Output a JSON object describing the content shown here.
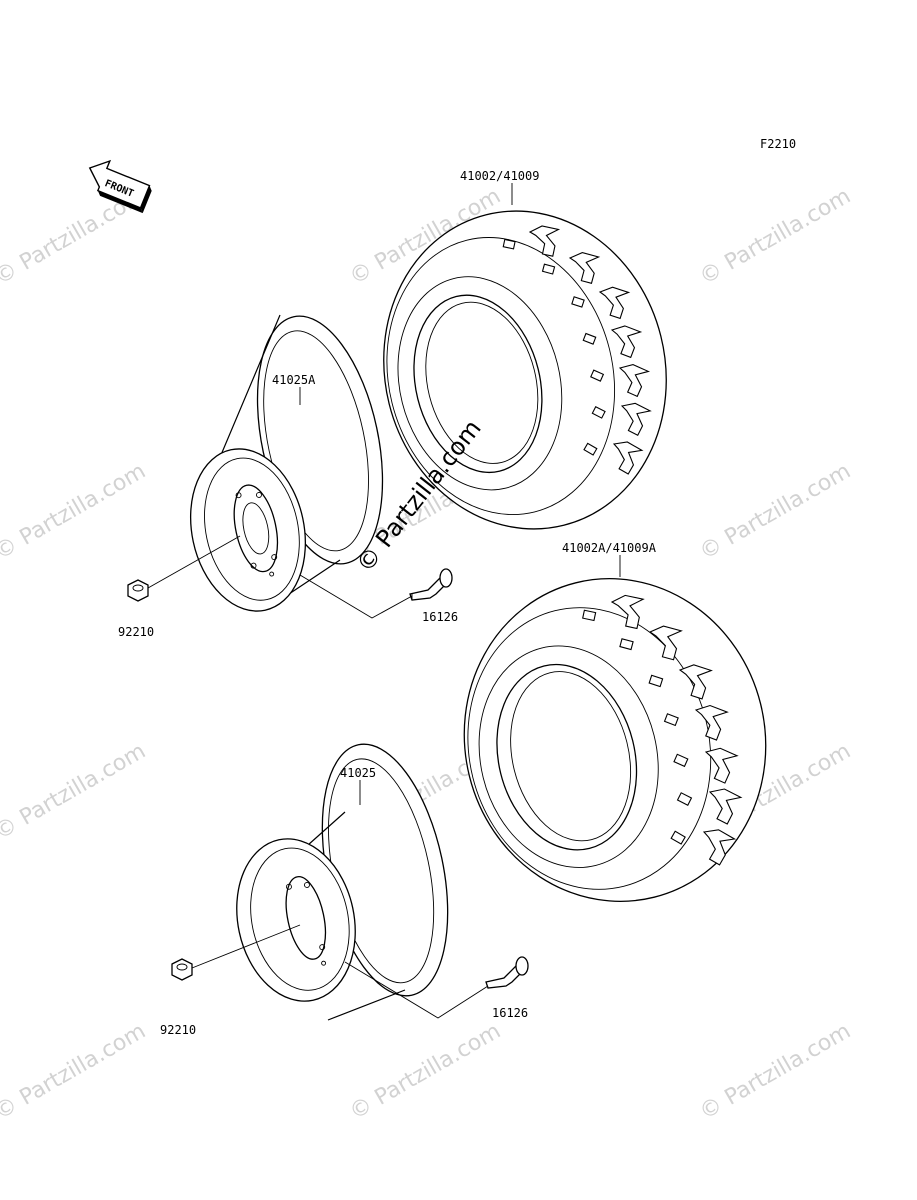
{
  "diagram_code": "F2210",
  "front_label": "FRONT",
  "watermark_center": "© Partzilla.com",
  "watermark_tile": "© Partzilla.com",
  "parts": {
    "tire_front": "41002/41009",
    "tire_rear": "41002A/41009A",
    "rim_front": "41025A",
    "rim_rear": "41025",
    "nut_front": "92210",
    "nut_rear": "92210",
    "valve_front": "16126",
    "valve_rear": "16126"
  }
}
